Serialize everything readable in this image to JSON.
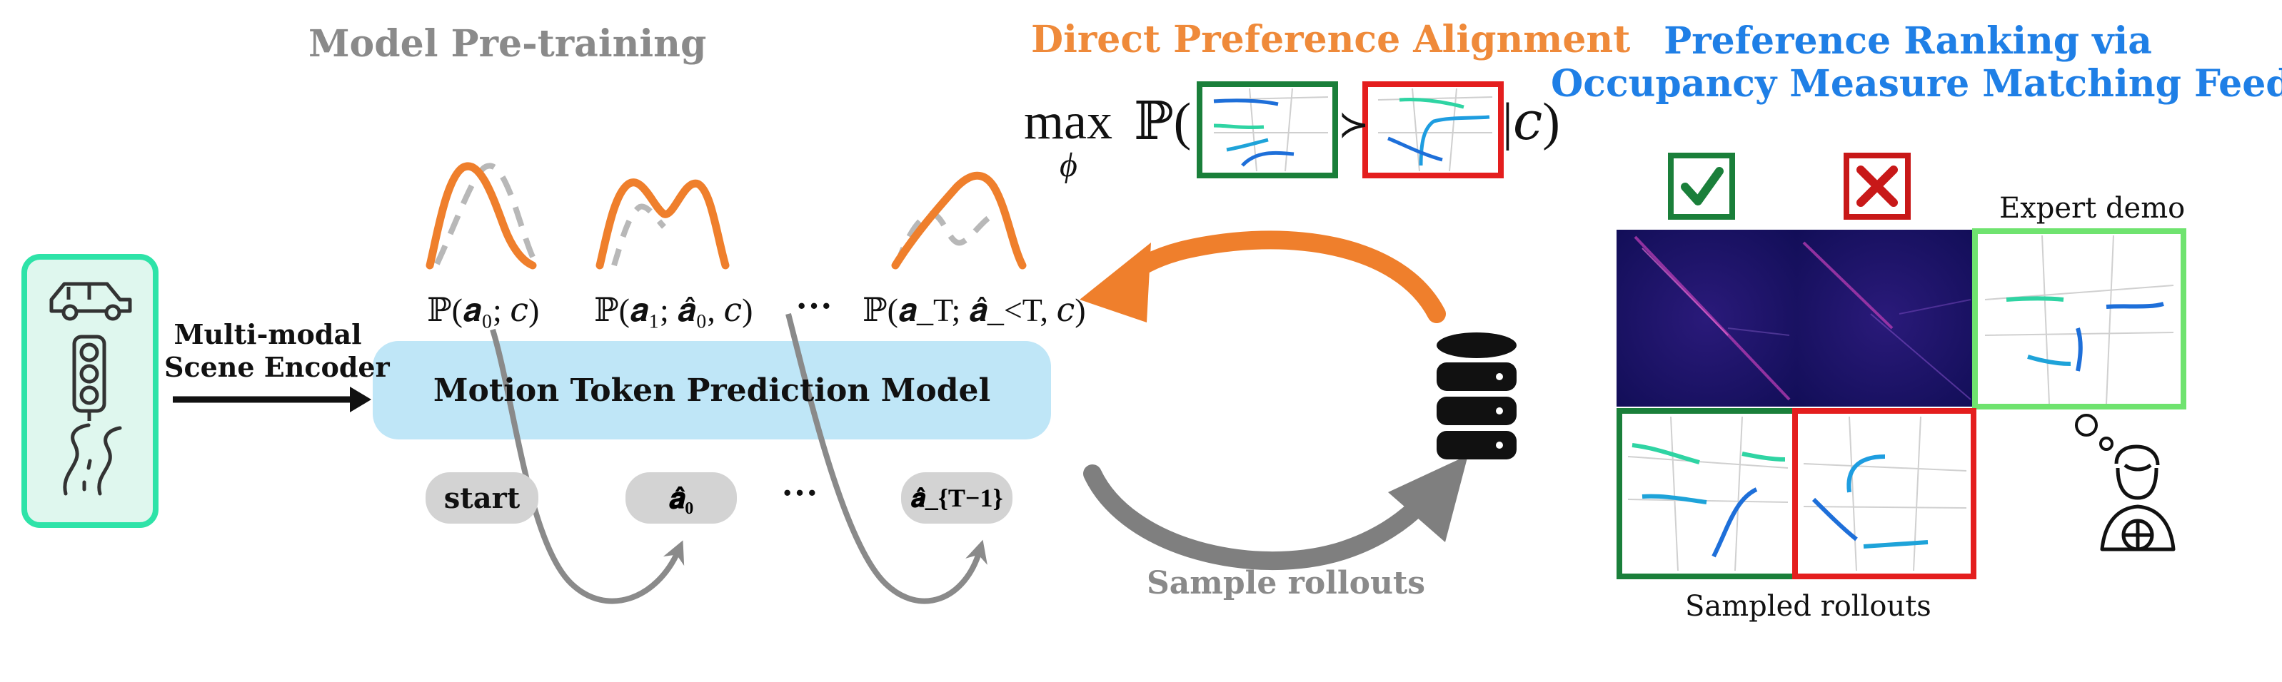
{
  "pretraining": {
    "title": "Model Pre-training",
    "encoder_label_line1": "Multi-modal",
    "encoder_label_line2": "Scene Encoder",
    "model_label": "Motion Token Prediction Model",
    "dist_labels": [
      "ℙ(𝒂₀; 𝑐)",
      "ℙ(𝒂₁; 𝒂̂₀, 𝑐)",
      "ℙ(𝒂_T; 𝒂̂_<T, 𝑐)"
    ],
    "ellipsis_top": "···",
    "tokens": [
      "start",
      "𝒂̂₀",
      "𝒂̂_{T−1}"
    ],
    "ellipsis_bottom": "···",
    "icons": [
      "car-icon",
      "traffic-light-icon",
      "road-icon"
    ]
  },
  "alignment": {
    "title": "Direct Preference Alignment",
    "formula_max": "max",
    "formula_sub": "ϕ",
    "formula_P": "ℙ(",
    "formula_succ": "≻",
    "formula_end": "|𝑐)",
    "sample_label": "Sample rollouts",
    "database_icon": "database-icon"
  },
  "ranking": {
    "title_line1": "Preference Ranking via",
    "title_line2": "Occupancy Measure Matching Feedback",
    "expert_label": "Expert demo",
    "sampled_label": "Sampled rollouts",
    "check_icon": "checkmark-icon",
    "cross_icon": "cross-icon",
    "person_icon": "driver-person-icon"
  },
  "colors": {
    "gray_title": "#8a8a8a",
    "orange": "#ef8a3a",
    "blue": "#1f7fe6",
    "green_box": "#1a7f3a",
    "red_box": "#e41e1e",
    "light_green": "#6fe36f",
    "teal_border": "#2ee3a8",
    "model_fill": "#bfe6f7",
    "heatmap": "#1a1466"
  }
}
